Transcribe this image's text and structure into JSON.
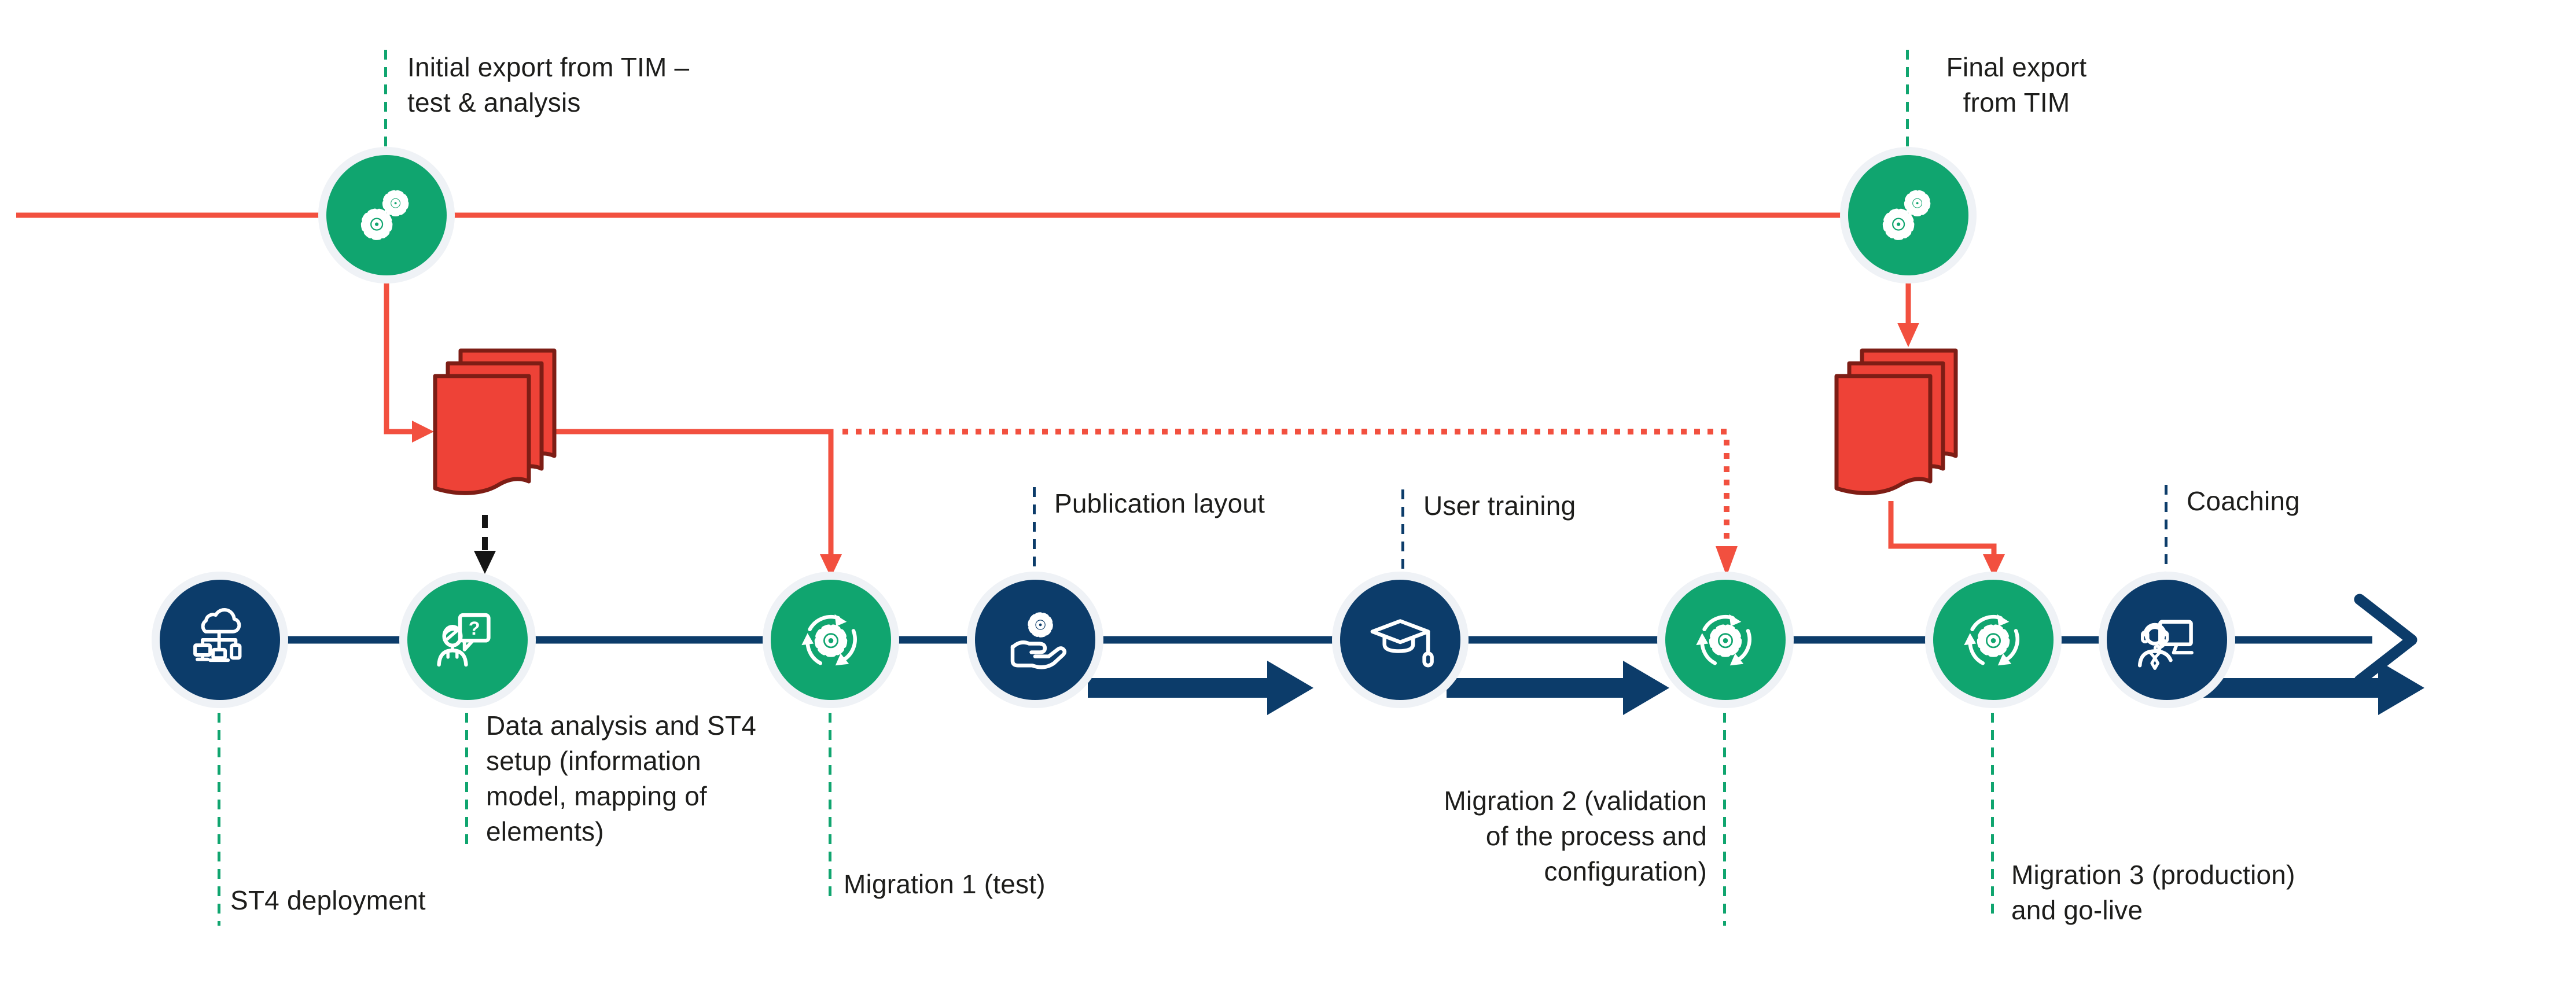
{
  "palette": {
    "green": "#10A56F",
    "navy": "#0C3C6A",
    "red": "#F2503F",
    "document_fill": "#EE4237",
    "document_border": "#7D1D15",
    "circle_halo": "#EFF2F6",
    "text": "#1D1D1B",
    "background": "#FFFFFF"
  },
  "glyphs": {
    "question_mark": "?"
  },
  "top_events": [
    {
      "label": "Initial export from TIM –\ntest & analysis",
      "icon": "gears-icon",
      "color": "green"
    },
    {
      "label": "Final export\nfrom TIM",
      "icon": "gears-icon",
      "color": "green"
    }
  ],
  "documents": [
    {
      "icon": "document-stack-icon"
    },
    {
      "icon": "document-stack-icon"
    }
  ],
  "steps": [
    {
      "label": "ST4 deployment",
      "icon": "cloud-network-icon",
      "color": "navy",
      "label_position": "below"
    },
    {
      "label": "Data analysis and ST4\nsetup (information\nmodel, mapping of\nelements)",
      "icon": "person-question-icon",
      "color": "green",
      "label_position": "below"
    },
    {
      "label": "Migration 1 (test)",
      "icon": "migration-cycle-icon",
      "color": "green",
      "label_position": "below"
    },
    {
      "label": "Publication layout",
      "icon": "hand-gear-icon",
      "color": "navy",
      "label_position": "above"
    },
    {
      "label": "User training",
      "icon": "graduation-cap-icon",
      "color": "navy",
      "label_position": "above"
    },
    {
      "label": "Migration 2 (validation\nof the process and\nconfiguration)",
      "icon": "migration-cycle-icon",
      "color": "green",
      "label_position": "below"
    },
    {
      "label": "Migration 3 (production)\nand go-live",
      "icon": "migration-cycle-icon",
      "color": "green",
      "label_position": "below"
    },
    {
      "label": "Coaching",
      "icon": "coaching-icon",
      "color": "navy",
      "label_position": "above"
    }
  ]
}
